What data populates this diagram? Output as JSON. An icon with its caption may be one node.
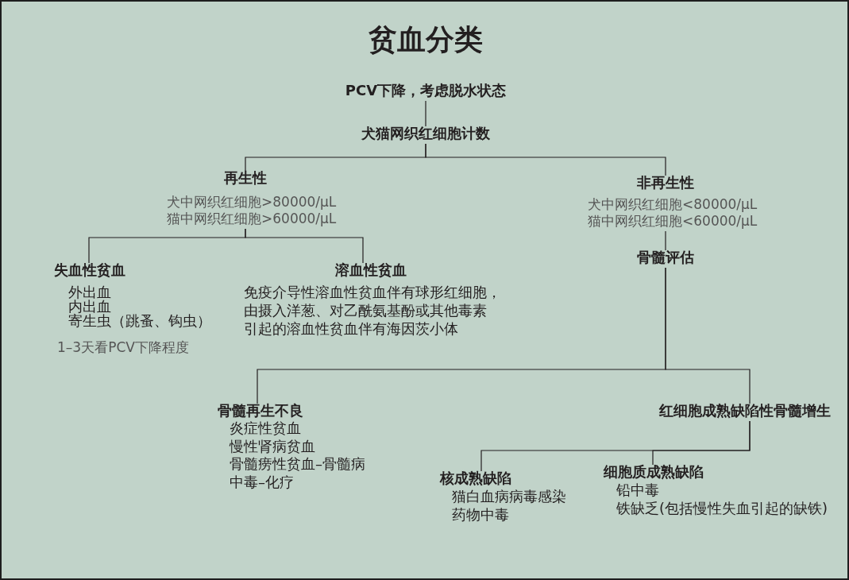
{
  "diagram": {
    "title": "贫血分类",
    "nodes": [
      {
        "text": [
          "PCV下降，考虑脱水状态"
        ]
      },
      {
        "text": [
          "犬猫网织红细胞计数"
        ]
      },
      {
        "text": [
          "再生性",
          "犬中网织红细胞>80000/μL",
          "猫中网织红细胞>60000/μL"
        ]
      },
      {
        "text": [
          "非再生性",
          "犬中网织红细胞<80000/μL",
          "猫中网织红细胞<60000/μL"
        ]
      },
      {
        "text": [
          "失血性贫血",
          "外出血",
          "内出血",
          "寄生虫（跳蚤、钩虫）",
          "1–3天看PCV下降程度"
        ]
      },
      {
        "text": [
          "溶血性贫血",
          "免疫介导性溶血性贫血伴有球形红细胞，",
          "由摄入洋葱、对乙酰氨基酚或其他毒素引起的溶血性贫血伴有海因茨小体"
        ]
      },
      {
        "text": [
          "骨髓评估"
        ]
      },
      {
        "text": [
          "骨髓再生不良",
          "炎症性贫血",
          "慢性肾病贫血",
          "骨髓痨性贫血–骨髓病",
          "中毒–化疗"
        ]
      },
      {
        "text": [
          "红细胞成熟缺陷性骨髓增生"
        ]
      },
      {
        "text": [
          "核成熟缺陷",
          "猫白血病病毒感染",
          "药物中毒"
        ]
      },
      {
        "text": [
          "细胞质成熟缺陷",
          "铅中毒",
          "铁缺乏(包括慢性失血引起的缺铁)"
        ]
      }
    ],
    "edges": [
      {
        "from": 0,
        "to": 1,
        "arrow": "none"
      },
      {
        "from": 1,
        "to": 2,
        "arrow": "none"
      },
      {
        "from": 1,
        "to": 3,
        "arrow": "none"
      },
      {
        "from": 2,
        "to": 4,
        "arrow": "none"
      },
      {
        "from": 2,
        "to": 5,
        "arrow": "none"
      },
      {
        "from": 3,
        "to": 6,
        "arrow": "none"
      },
      {
        "from": 6,
        "to": 7,
        "arrow": "none"
      },
      {
        "from": 6,
        "to": 8,
        "arrow": "none"
      },
      {
        "from": 8,
        "to": 9,
        "arrow": "none"
      },
      {
        "from": 8,
        "to": 10,
        "arrow": "none"
      }
    ]
  }
}
